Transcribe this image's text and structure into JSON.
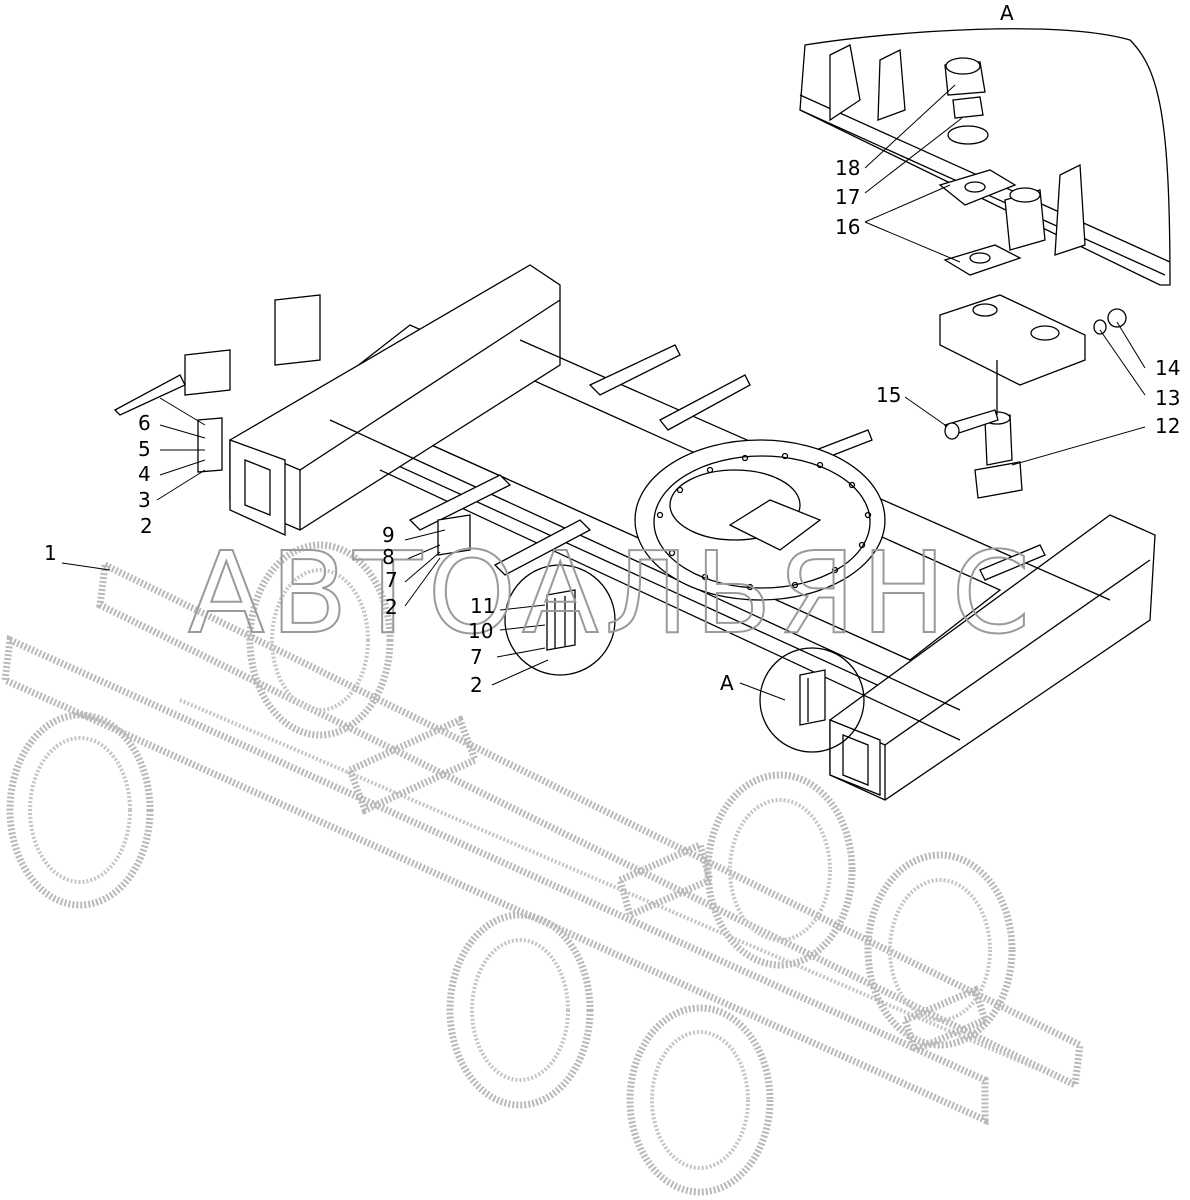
{
  "watermark": "АВТОАЛЬЯНС",
  "view_label_top": "А",
  "view_label_callout": "А",
  "callouts": {
    "c1": "1",
    "c2a": "2",
    "c3": "3",
    "c4": "4",
    "c5": "5",
    "c6": "6",
    "c9": "9",
    "c8": "8",
    "c7a": "7",
    "c2b": "2",
    "c11": "11",
    "c10": "10",
    "c7b": "7",
    "c2c": "2",
    "c18": "18",
    "c17": "17",
    "c16": "16",
    "c15": "15",
    "c14": "14",
    "c13": "13",
    "c12": "12"
  }
}
